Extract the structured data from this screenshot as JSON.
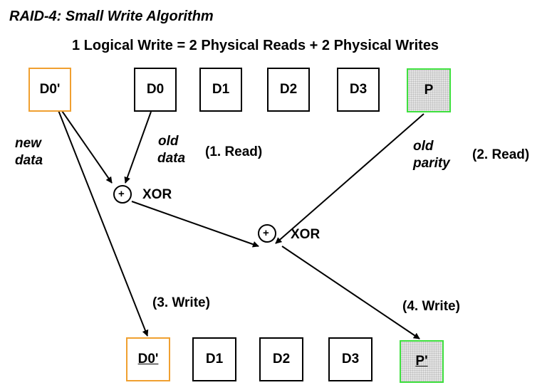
{
  "title": "RAID-4: Small Write Algorithm",
  "subtitle": "1 Logical Write = 2 Physical Reads + 2  Physical Writes",
  "top_blocks": [
    "D0'",
    "D0",
    "D1",
    "D2",
    "D3",
    "P"
  ],
  "bottom_blocks": [
    "D0'",
    "D1",
    "D2",
    "D3",
    "P'"
  ],
  "labels": {
    "new_data": [
      "new",
      "data"
    ],
    "old_data": [
      "old",
      "data"
    ],
    "read1": "(1. Read)",
    "old_parity": [
      "old",
      "parity"
    ],
    "read2": "(2. Read)",
    "xor1": "XOR",
    "xor2": "XOR",
    "write3": "(3. Write)",
    "write4": "(4. Write)",
    "xor_symbol": "+"
  },
  "colors": {
    "new_data_block": "#f0a030",
    "parity_block": "#3ee03e",
    "default_block": "#000000"
  }
}
